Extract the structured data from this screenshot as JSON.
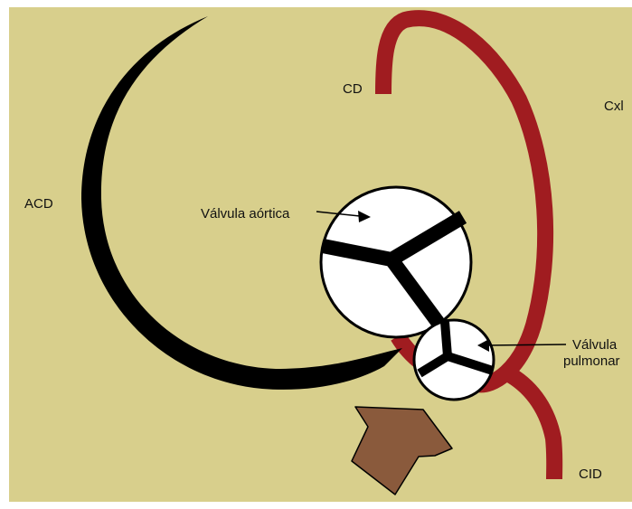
{
  "labels": {
    "cd": "CD",
    "cxl": "Cxl",
    "acd": "ACD",
    "valvula_aortica": "Válvula aórtica",
    "valvula_pulmonar_line1": "Válvula",
    "valvula_pulmonar_line2": "pulmonar",
    "cid": "CID"
  },
  "colors": {
    "background": "#d8cf8c",
    "artery_right": "#000000",
    "artery_left": "#a01c20",
    "arrow_brown": "#8a5a3c"
  }
}
